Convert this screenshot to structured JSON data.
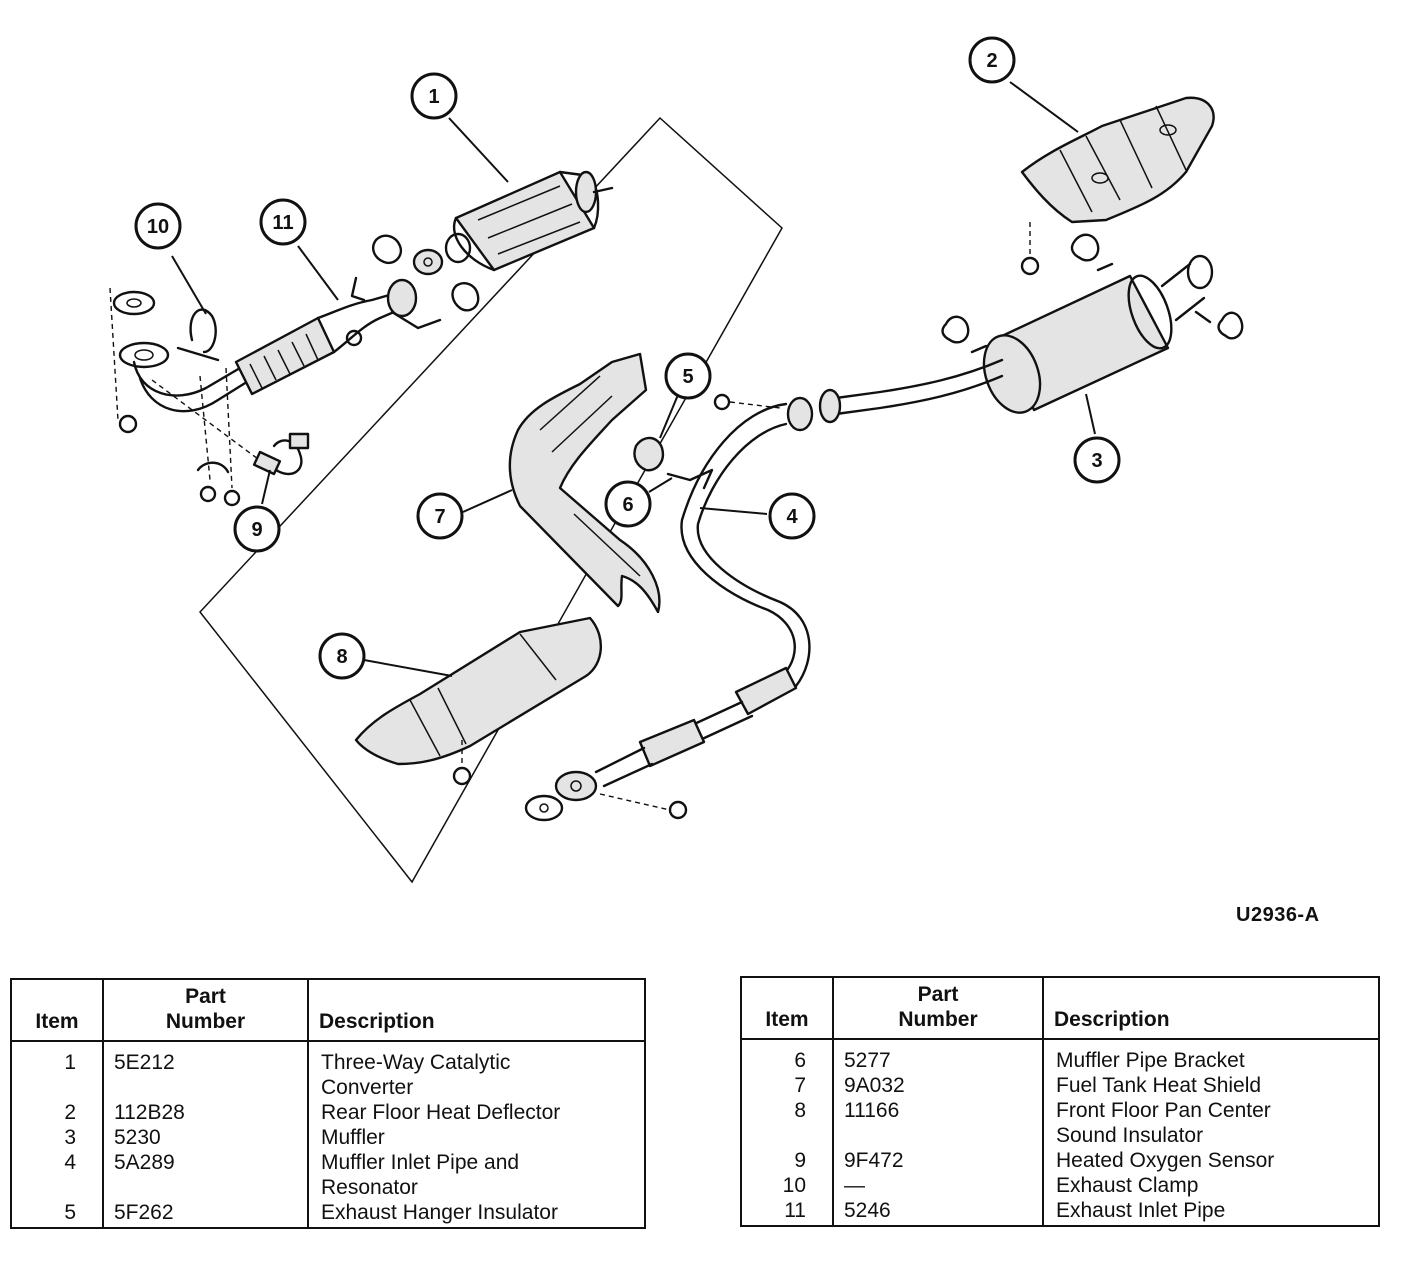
{
  "figure_code": "U2936-A",
  "callouts": [
    "1",
    "2",
    "3",
    "4",
    "5",
    "6",
    "7",
    "8",
    "9",
    "10",
    "11"
  ],
  "tables": [
    {
      "headers": {
        "item": "Item",
        "part_line1": "Part",
        "part_line2": "Number",
        "description": "Description"
      },
      "rows": [
        {
          "item": "1",
          "part": "5E212",
          "desc_line1": "Three-Way Catalytic",
          "desc_line2": "Converter"
        },
        {
          "item": "2",
          "part": "112B28",
          "desc_line1": "Rear Floor Heat Deflector",
          "desc_line2": ""
        },
        {
          "item": "3",
          "part": "5230",
          "desc_line1": "Muffler",
          "desc_line2": ""
        },
        {
          "item": "4",
          "part": "5A289",
          "desc_line1": "Muffler Inlet Pipe and",
          "desc_line2": "Resonator"
        },
        {
          "item": "5",
          "part": "5F262",
          "desc_line1": "Exhaust Hanger Insulator",
          "desc_line2": ""
        }
      ]
    },
    {
      "headers": {
        "item": "Item",
        "part_line1": "Part",
        "part_line2": "Number",
        "description": "Description"
      },
      "rows": [
        {
          "item": "6",
          "part": "5277",
          "desc_line1": "Muffler Pipe Bracket",
          "desc_line2": ""
        },
        {
          "item": "7",
          "part": "9A032",
          "desc_line1": "Fuel Tank Heat Shield",
          "desc_line2": ""
        },
        {
          "item": "8",
          "part": "11166",
          "desc_line1": "Front Floor Pan Center",
          "desc_line2": "Sound Insulator"
        },
        {
          "item": "9",
          "part": "9F472",
          "desc_line1": "Heated Oxygen Sensor",
          "desc_line2": ""
        },
        {
          "item": "10",
          "part": "—",
          "desc_line1": "Exhaust Clamp",
          "desc_line2": ""
        },
        {
          "item": "11",
          "part": "5246",
          "desc_line1": "Exhaust Inlet Pipe",
          "desc_line2": ""
        }
      ]
    }
  ]
}
